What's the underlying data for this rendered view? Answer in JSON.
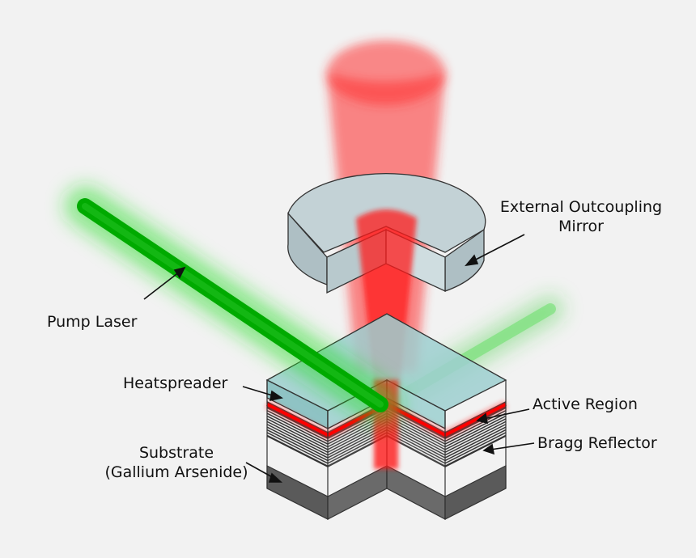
{
  "labels": {
    "mirror_line1": "External Outcoupling",
    "mirror_line2": "Mirror",
    "pump_laser": "Pump Laser",
    "heatspreader": "Heatspreader",
    "active_region": "Active Region",
    "bragg_reflector": "Bragg Reflector",
    "substrate_line1": "Substrate",
    "substrate_line2": "(Gallium Arsenide)"
  },
  "colors": {
    "background": "#f2f2f2",
    "pump_beam": "#00b000",
    "output_beam": "#ff1a1a",
    "heatspreader": "#9fd0d0",
    "active_region": "#ff0000",
    "mirror": "#c5d5d9",
    "substrate": "#5a5a5a"
  }
}
